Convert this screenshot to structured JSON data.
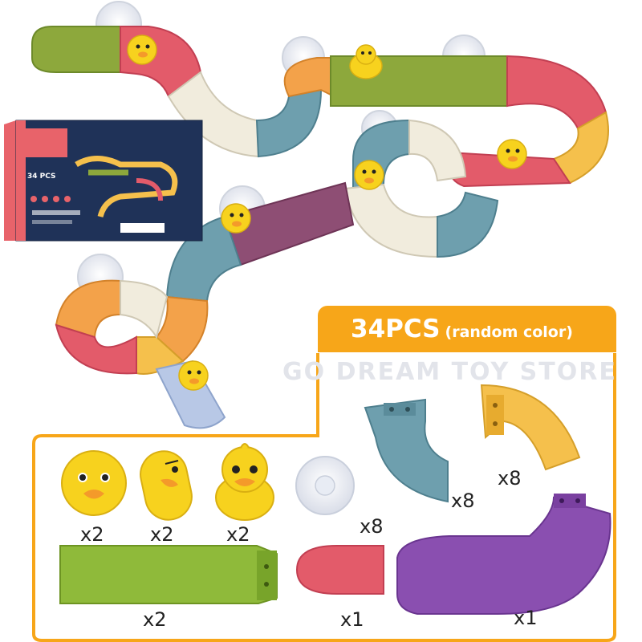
{
  "badge": {
    "count": "34PCS",
    "note": "(random color)"
  },
  "watermark": "GO DREAM TOY STORE",
  "box": {
    "pieces": "34 PCS"
  },
  "quantities": {
    "duck_ball": "x2",
    "duck_capsule": "x2",
    "duck_standing": "x2",
    "suction_cup": "x8",
    "blue_curve": "x8",
    "yellow_curve": "x8",
    "green_straight": "x2",
    "red_cap": "x1",
    "purple_slide": "x1"
  },
  "colors": {
    "accent_orange": "#f7a619",
    "track_green": "#8da83c",
    "track_red": "#e35b6a",
    "track_cream": "#f1ecdd",
    "track_blue": "#6e9fae",
    "track_yellow": "#f5c04c",
    "track_orange": "#f3a24a",
    "track_plum": "#8e4e74",
    "track_purple": "#8a4fb0",
    "duck_yellow": "#f7d21e",
    "beak_orange": "#f49a2a",
    "box_navy": "#1f3258"
  }
}
